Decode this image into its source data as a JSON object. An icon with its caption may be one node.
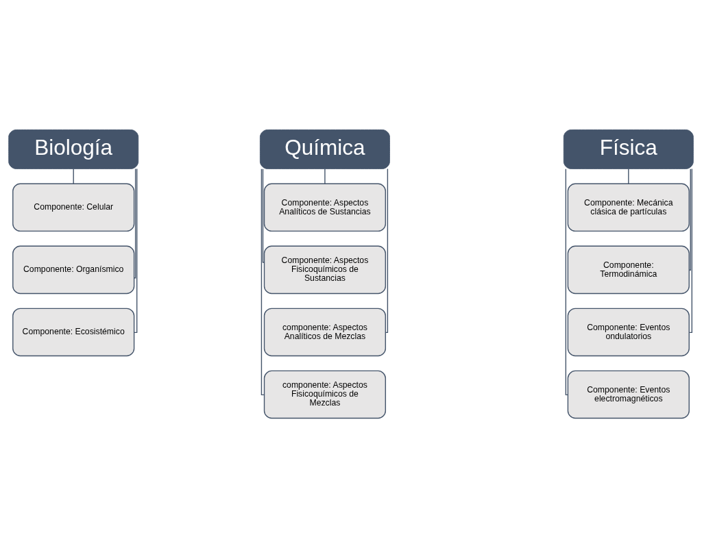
{
  "diagram": {
    "nodes": [
      {
        "text": [
          "Biología"
        ]
      },
      {
        "text": [
          "Componente: Celular"
        ]
      },
      {
        "text": [
          "Componente: Organísmico"
        ]
      },
      {
        "text": [
          "Componente: Ecosistémico"
        ]
      },
      {
        "text": [
          "Química"
        ]
      },
      {
        "text": [
          "Componente: Aspectos Analíticos de Sustancias"
        ]
      },
      {
        "text": [
          "Componente: Aspectos Fisicoquímicos de Sustancias"
        ]
      },
      {
        "text": [
          "componente: Aspectos Analíticos de Mezclas"
        ]
      },
      {
        "text": [
          "componente: Aspectos Fisicoquímicos de Mezclas"
        ]
      },
      {
        "text": [
          "Física"
        ]
      },
      {
        "text": [
          "Componente: Mecánica clásica de partículas"
        ]
      },
      {
        "text": [
          "Componente: Termodinámica"
        ]
      },
      {
        "text": [
          "Componente: Eventos ondulatorios"
        ]
      },
      {
        "text": [
          "Componente: Eventos electromagnéticos"
        ]
      }
    ],
    "edges": [
      {
        "from": 0,
        "to": 1,
        "arrow": "none"
      },
      {
        "from": 0,
        "to": 2,
        "arrow": "none"
      },
      {
        "from": 0,
        "to": 3,
        "arrow": "none"
      },
      {
        "from": 4,
        "to": 5,
        "arrow": "none"
      },
      {
        "from": 4,
        "to": 6,
        "arrow": "none"
      },
      {
        "from": 4,
        "to": 7,
        "arrow": "none"
      },
      {
        "from": 4,
        "to": 8,
        "arrow": "none"
      },
      {
        "from": 9,
        "to": 10,
        "arrow": "none"
      },
      {
        "from": 9,
        "to": 11,
        "arrow": "none"
      },
      {
        "from": 9,
        "to": 12,
        "arrow": "none"
      },
      {
        "from": 9,
        "to": 13,
        "arrow": "none"
      }
    ]
  }
}
